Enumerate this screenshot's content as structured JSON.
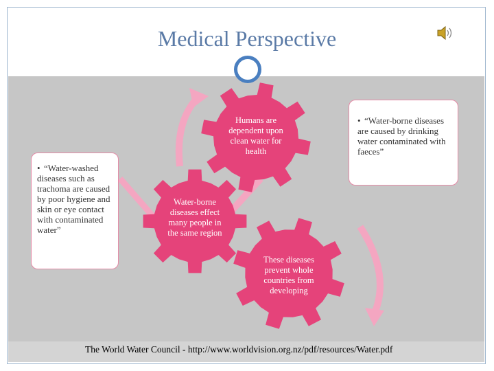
{
  "slide": {
    "title": "Medical Perspective",
    "speaker_icon": "speaker-icon",
    "gears": {
      "top": "Humans are dependent upon clean water for health",
      "left": "Water-borne diseases effect many people in the same region",
      "bottom": "These diseases prevent whole countries from developing"
    },
    "boxes": {
      "left": "“Water-washed diseases such as trachoma are caused by poor hygiene and skin or eye contact with contaminated water”",
      "right": "“Water-borne diseases are caused by drinking water contaminated with faeces”"
    },
    "bullet": "•",
    "footer": "The World Water Council - http://www.worldvision.org.nz/pdf/resources/Water.pdf"
  },
  "colors": {
    "title": "#5a7aa6",
    "gear": "#e5437a",
    "arrow": "#f4a6c1",
    "band": "#c6c6c6",
    "ring": "#4a7fc0"
  }
}
